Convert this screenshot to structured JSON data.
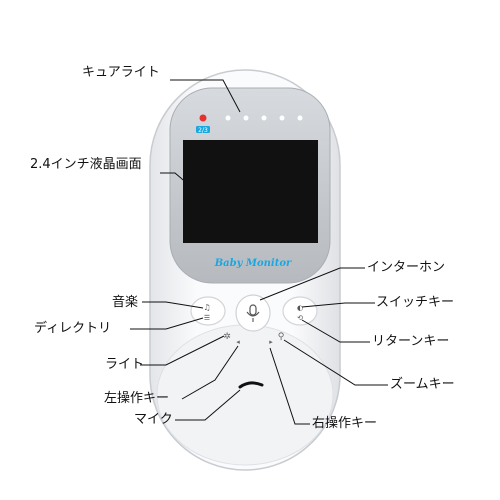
{
  "device": {
    "brand_text": "Baby Monitor",
    "battery_badge": "2/3",
    "colors": {
      "body": "#f4f5f7",
      "bezel": "#c9ccd1",
      "screen": "#111111",
      "brand": "#1aa7e0",
      "indicator_red": "#e53030",
      "indicator_white": "#ffffff"
    },
    "icons": [
      "music-note-icon",
      "directory-icon",
      "light-icon",
      "microphone-icon",
      "switch-icon",
      "return-icon",
      "zoom-icon",
      "left-arrow-icon",
      "right-arrow-icon",
      "microphone-slot-icon"
    ]
  },
  "callouts": {
    "cue_light": "キュアライト",
    "lcd": "2.4インチ液晶画面",
    "intercom": "インターホン",
    "music": "音楽",
    "switch_key": "スイッチキー",
    "directory": "ディレクトリ",
    "return_key": "リターンキー",
    "light": "ライト",
    "zoom_key": "ズームキー",
    "left_key": "左操作キー",
    "mic": "マイク",
    "right_key": "右操作キー"
  }
}
